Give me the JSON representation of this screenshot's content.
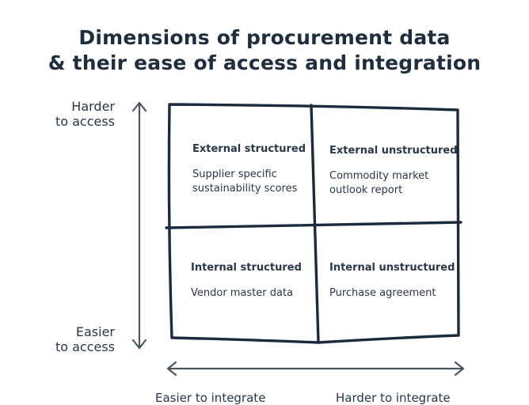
{
  "title": {
    "line1": "Dimensions of procurement data",
    "line2": "& their ease of access and integration"
  },
  "y_axis": {
    "top_label": [
      "Harder",
      "to access"
    ],
    "bottom_label": [
      "Easier",
      "to access"
    ]
  },
  "quadrants": {
    "top_left": {
      "heading": "External structured",
      "text": [
        "Supplier specific",
        "sustainability scores"
      ]
    },
    "top_right": {
      "heading": "External unstructured",
      "text": [
        "Commodity market",
        "outlook report"
      ]
    },
    "bottom_left": {
      "heading": "Internal structured",
      "text": [
        "Vendor master data"
      ]
    },
    "bottom_right": {
      "heading": "Internal unstructured",
      "text": [
        "Purchase agreement"
      ]
    }
  },
  "x_axis": {
    "left_label": "Easier to integrate",
    "right_label": "Harder to integrate"
  },
  "colors": {
    "ink": "#1f2d3d",
    "axis": "#4a5560",
    "grid": "#1b2b3d"
  }
}
